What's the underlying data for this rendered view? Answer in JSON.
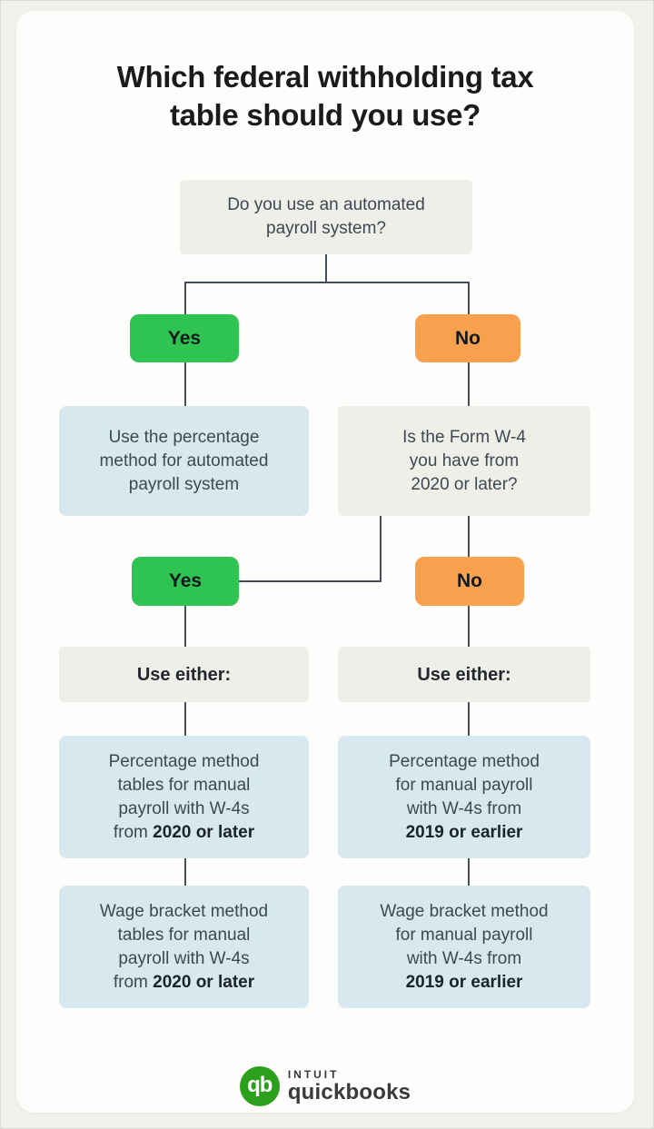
{
  "title": {
    "line1": "Which federal withholding tax",
    "line2": "table should you use?"
  },
  "flow": {
    "q1": {
      "line1": "Do you use an automated",
      "line2": "payroll system?"
    },
    "yes1": "Yes",
    "no1": "No",
    "auto_result": {
      "line1": "Use the percentage",
      "line2": "method for automated",
      "line3": "payroll system"
    },
    "q2": {
      "line1": "Is the Form W-4",
      "line2": "you have from",
      "line3": "2020 or later?"
    },
    "yes2": "Yes",
    "no2": "No",
    "use_either_left": "Use either:",
    "use_either_right": "Use either:",
    "left_percentage": {
      "line1": "Percentage method",
      "line2": "tables for manual",
      "line3": "payroll with W-4s",
      "pre": "from ",
      "bold": "2020 or later"
    },
    "right_percentage": {
      "line1": "Percentage method",
      "line2": "for manual payroll",
      "line3": "with W-4s from",
      "bold": "2019 or earlier"
    },
    "left_wage": {
      "line1": "Wage bracket method",
      "line2": "tables for manual",
      "line3": "payroll with W-4s",
      "pre": "from ",
      "bold": "2020 or later"
    },
    "right_wage": {
      "line1": "Wage bracket method",
      "line2": "for manual payroll",
      "line3": "with W-4s from",
      "bold": "2019 or earlier"
    }
  },
  "footer": {
    "monogram": "qb",
    "intuit": "INTUIT",
    "quickbooks": "quickbooks"
  },
  "colors": {
    "yes_green": "#2FC351",
    "no_orange": "#F7A04E",
    "info_blue": "#D8E8EF",
    "neutral_grey": "#EFEFEA",
    "connector": "#454D59",
    "card_bg": "#FDFDFB",
    "page_bg": "#F1F0EA",
    "qb_logo_green": "#2CA01C"
  }
}
